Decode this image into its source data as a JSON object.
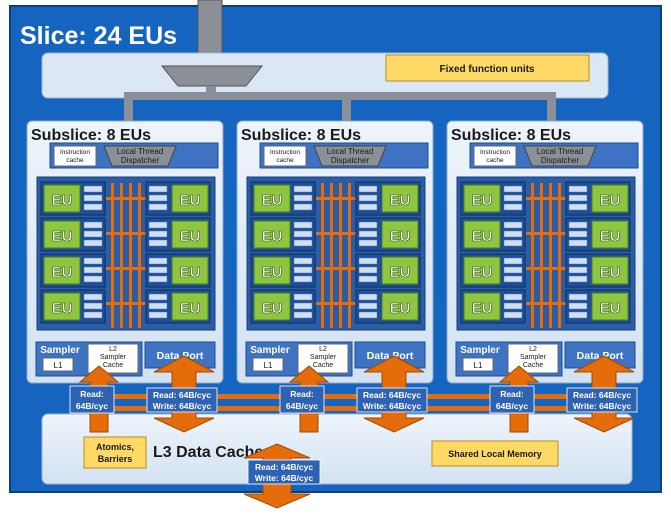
{
  "slice_title": "Slice: 24 EUs",
  "fixed_function_label": "Fixed function units",
  "subslices": [
    {
      "title": "Subslice: 8 EUs"
    },
    {
      "title": "Subslice: 8 EUs"
    },
    {
      "title": "Subslice: 8 EUs"
    }
  ],
  "subslice_labels": {
    "instruction_cache": [
      "Instruction",
      "cache"
    ],
    "thread_dispatcher": [
      "Local Thread",
      "Dispatcher"
    ],
    "eu": "EU",
    "sampler": "Sampler",
    "l1": "L1",
    "l2_sampler_cache": [
      "L2",
      "Sampler",
      "Cache"
    ],
    "data_port": "Data Port"
  },
  "bandwidth_labels": {
    "sampler_read": [
      "Read:",
      "64B/cyc"
    ],
    "dataport_rw": [
      "Read: 64B/cyc",
      "Write: 64B/cyc"
    ],
    "l3_rw": [
      "Read: 64B/cyc",
      "Write: 64B/cyc"
    ]
  },
  "l3": {
    "title": "L3 Data Cache",
    "atomics": [
      "Atomics,",
      "Barriers"
    ],
    "shared_local_memory": "Shared Local Memory"
  },
  "colors": {
    "slice_blue": "#1565c0",
    "panel_bg": "#dde9f5",
    "yellow": "#ffd966",
    "orange": "#e46c0a",
    "eu_green": "#8dc63f",
    "gray_bus": "#8a8f98"
  }
}
